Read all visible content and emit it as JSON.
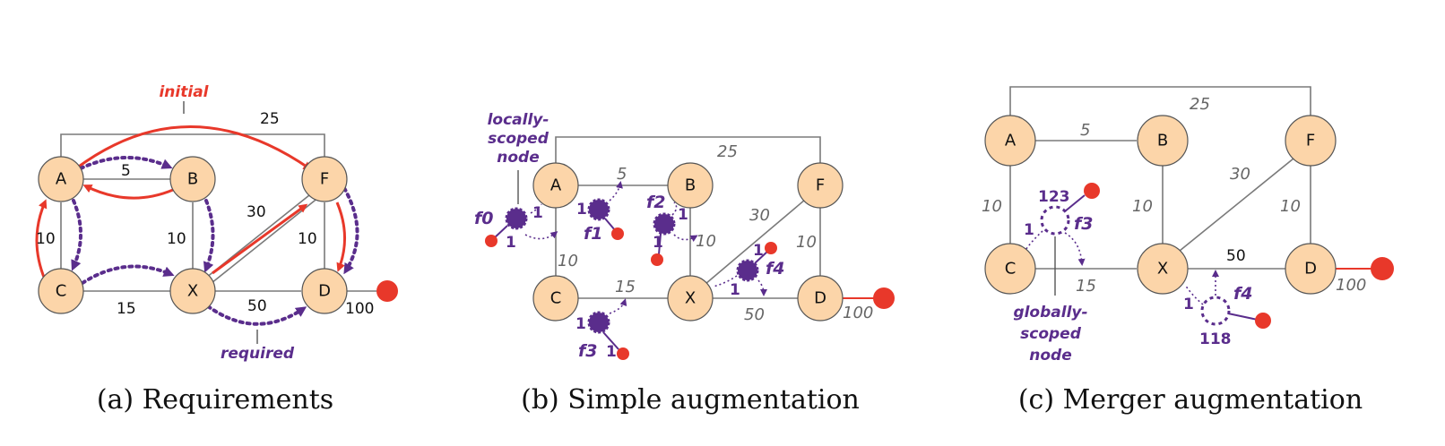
{
  "panels": {
    "a": {
      "caption": "(a) Requirements",
      "nodes": {
        "A": "A",
        "B": "B",
        "C": "C",
        "X": "X",
        "F": "F",
        "D": "D"
      },
      "weights": {
        "AB": "5",
        "AF": "25",
        "AC": "10",
        "BX": "10",
        "CX": "15",
        "XF": "30",
        "FD": "10",
        "XD": "50",
        "D_out": "100"
      },
      "initial_label": "initial",
      "required_label": "required"
    },
    "b": {
      "caption": "(b) Simple augmentation",
      "nodes": {
        "A": "A",
        "B": "B",
        "C": "C",
        "X": "X",
        "F": "F",
        "D": "D"
      },
      "weights": {
        "AB": "5",
        "AF": "25",
        "AC": "10",
        "BX": "10",
        "CX": "15",
        "XF": "30",
        "FD": "10",
        "XD": "50",
        "D_out": "100"
      },
      "local_label_1": "locally-",
      "local_label_2": "scoped",
      "local_label_3": "node",
      "fnodes": {
        "f0": "f0",
        "f1": "f1",
        "f2": "f2",
        "f3": "f3",
        "f4": "f4"
      },
      "one": "1"
    },
    "c": {
      "caption": "(c) Merger augmentation",
      "nodes": {
        "A": "A",
        "B": "B",
        "C": "C",
        "X": "X",
        "F": "F",
        "D": "D"
      },
      "weights": {
        "AB": "5",
        "AF": "25",
        "AC": "10",
        "BX": "10",
        "CX": "15",
        "XF": "30",
        "FD": "10",
        "XD": "50",
        "D_out": "100"
      },
      "f3": "f3",
      "f4": "f4",
      "f3_value": "123",
      "f4_value": "118",
      "one": "1",
      "global_label_1": "globally-",
      "global_label_2": "scoped",
      "global_label_3": "node"
    }
  },
  "colors": {
    "node_fill": "#fcd5a9",
    "red": "#e8382a",
    "purple": "#5a2d8c",
    "edge": "#7a7a7a"
  }
}
